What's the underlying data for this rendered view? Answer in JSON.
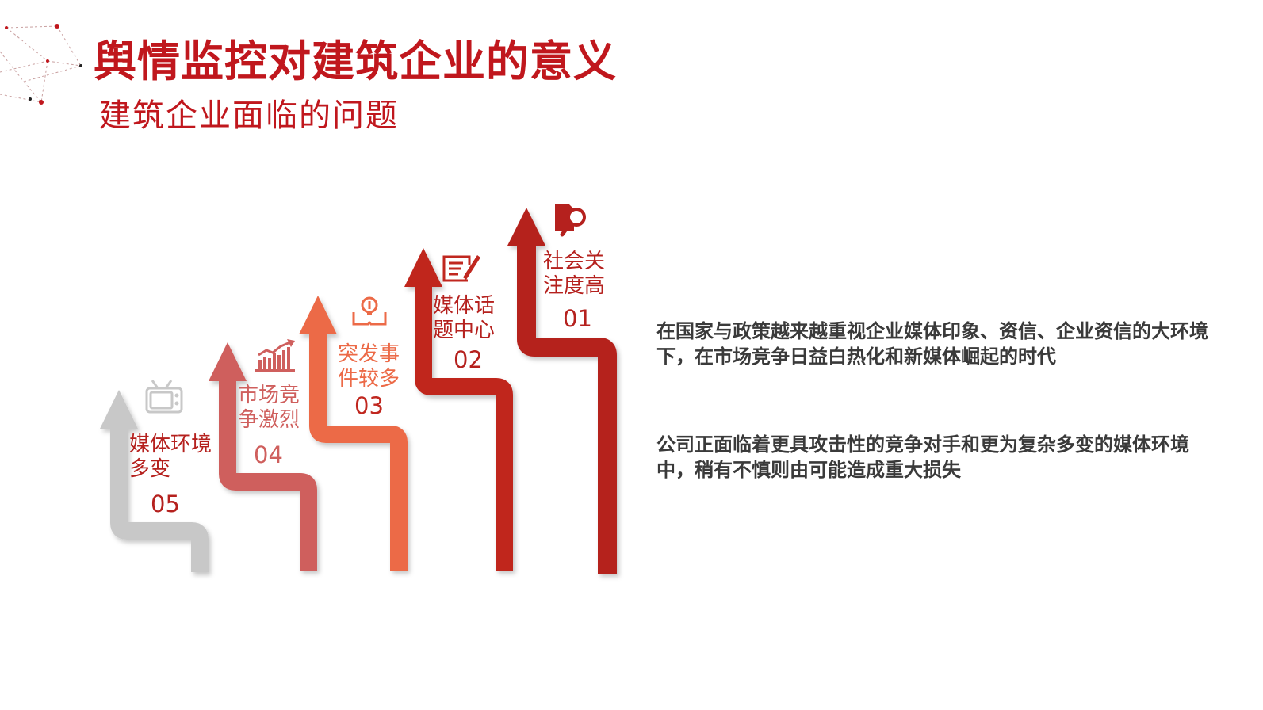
{
  "header": {
    "title": "舆情监控对建筑企业的意义",
    "subtitle": "建筑企业面临的问题"
  },
  "colors": {
    "brand_red": "#c0171d",
    "step_01": "#b5211e",
    "step_02": "#c0271f",
    "step_03": "#ec6a47",
    "step_04": "#cf5f5d",
    "step_05": "#c8c8c8"
  },
  "steps": [
    {
      "number": "01",
      "line1": "社会关",
      "line2": "注度高",
      "icon": "search-document-icon"
    },
    {
      "number": "02",
      "line1": "媒体话",
      "line2": "题中心",
      "icon": "edit-document-icon"
    },
    {
      "number": "03",
      "line1": "突发事",
      "line2": "件较多",
      "icon": "idea-book-icon"
    },
    {
      "number": "04",
      "line1": "市场竞",
      "line2": "争激烈",
      "icon": "growth-chart-icon"
    },
    {
      "number": "05",
      "line1": "媒体环境",
      "line2": "多变",
      "icon": "tv-icon"
    }
  ],
  "paragraphs": [
    "在国家与政策越来越重视企业媒体印象、资信、企业资信的大环境下，在市场竞争日益白热化和新媒体崛起的时代",
    "公司正面临着更具攻击性的竞争对手和更为复杂多变的媒体环境中，稍有不慎则由可能造成重大损失"
  ]
}
